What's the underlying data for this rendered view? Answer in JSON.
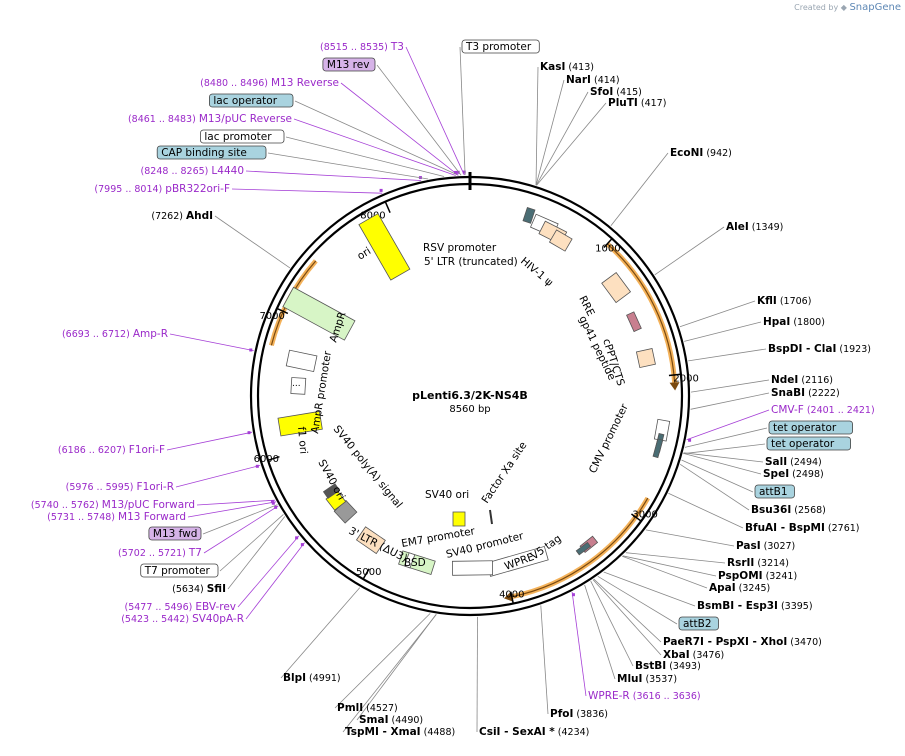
{
  "credit": {
    "prefix": "Created by",
    "brand": "SnapGene"
  },
  "plasmid": {
    "name": "pLenti6.3/2K-NS4B",
    "size": "8560 bp"
  },
  "ring_ticks": [
    {
      "label": "1000",
      "bp": 1000
    },
    {
      "label": "2000",
      "bp": 2000
    },
    {
      "label": "3000",
      "bp": 3000
    },
    {
      "label": "4000",
      "bp": 4000
    },
    {
      "label": "5000",
      "bp": 5000
    },
    {
      "label": "6000",
      "bp": 6000
    },
    {
      "label": "7000",
      "bp": 7000
    },
    {
      "label": "8000",
      "bp": 8000
    }
  ],
  "inner_features": [
    {
      "name": "RSV promoter"
    },
    {
      "name": "5' LTR (truncated)"
    },
    {
      "name": "HIV-1 ψ"
    },
    {
      "name": "RRE"
    },
    {
      "name": "gp41 peptide"
    },
    {
      "name": "cPPT/CTS"
    },
    {
      "name": "CMV promoter"
    },
    {
      "name": "V5 tag"
    },
    {
      "name": "WPRE"
    },
    {
      "name": "SV40 promoter"
    },
    {
      "name": "EM7 promoter"
    },
    {
      "name": "BSD"
    },
    {
      "name": "3' LTR (ΔU3)"
    },
    {
      "name": "SV40 ori"
    },
    {
      "name": "Factor Xa site"
    },
    {
      "name": "SV40 poly(A) signal"
    },
    {
      "name": "SV40 ori"
    },
    {
      "name": "f1 ori"
    },
    {
      "name": "AmpR promoter"
    },
    {
      "name": "AmpR"
    },
    {
      "name": "ori"
    }
  ],
  "ellipsis": "...",
  "annotations": [
    {
      "name": "KasI",
      "pos": "(413)"
    },
    {
      "name": "NarI",
      "pos": "(414)"
    },
    {
      "name": "SfoI",
      "pos": "(415)"
    },
    {
      "name": "PluTI",
      "pos": "(417)"
    },
    {
      "name": "EcoNI",
      "pos": "(942)"
    },
    {
      "name": "AleI",
      "pos": "(1349)"
    },
    {
      "name": "KflI",
      "pos": "(1706)"
    },
    {
      "name": "HpaI",
      "pos": "(1800)"
    },
    {
      "name": "BspDI - ClaI",
      "pos": "(1923)"
    },
    {
      "name": "NdeI",
      "pos": "(2116)"
    },
    {
      "name": "SnaBI",
      "pos": "(2222)"
    },
    {
      "name": "CMV-F",
      "pos": "(2401 .. 2421)"
    },
    {
      "name": "tet operator",
      "pos": ""
    },
    {
      "name": "tet operator",
      "pos": ""
    },
    {
      "name": "SalI",
      "pos": "(2494)"
    },
    {
      "name": "SpeI",
      "pos": "(2498)"
    },
    {
      "name": "attB1",
      "pos": ""
    },
    {
      "name": "Bsu36I",
      "pos": "(2568)"
    },
    {
      "name": "BfuAI - BspMI",
      "pos": "(2761)"
    },
    {
      "name": "PasI",
      "pos": "(3027)"
    },
    {
      "name": "RsrII",
      "pos": "(3214)"
    },
    {
      "name": "PspOMI",
      "pos": "(3241)"
    },
    {
      "name": "ApaI",
      "pos": "(3245)"
    },
    {
      "name": "BsmBI - Esp3I",
      "pos": "(3395)"
    },
    {
      "name": "attB2",
      "pos": ""
    },
    {
      "name": "PaeR7I - PspXI - XhoI",
      "pos": "(3470)"
    },
    {
      "name": "XbaI",
      "pos": "(3476)"
    },
    {
      "name": "BstBI",
      "pos": "(3493)"
    },
    {
      "name": "MluI",
      "pos": "(3537)"
    },
    {
      "name": "WPRE-R",
      "pos": "(3616 .. 3636)"
    },
    {
      "name": "PfoI",
      "pos": "(3836)"
    },
    {
      "name": "CsiI - SexAI *",
      "pos": "(4234)"
    },
    {
      "name": "PmlI",
      "pos": "(4527)"
    },
    {
      "name": "SmaI",
      "pos": "(4490)"
    },
    {
      "name": "TspMI - XmaI",
      "pos": "(4488)"
    },
    {
      "name": "BlpI",
      "pos": "(4991)"
    },
    {
      "name": "SV40pA-R",
      "pos": "(5423 .. 5442)"
    },
    {
      "name": "EBV-rev",
      "pos": "(5477 .. 5496)"
    },
    {
      "name": "SfiI",
      "pos": "(5634)"
    },
    {
      "name": "T7 promoter",
      "pos": ""
    },
    {
      "name": "T7",
      "pos": "(5702 .. 5721)"
    },
    {
      "name": "M13 fwd",
      "pos": ""
    },
    {
      "name": "M13 Forward",
      "pos": "(5731 .. 5748)"
    },
    {
      "name": "M13/pUC Forward",
      "pos": "(5740 .. 5762)"
    },
    {
      "name": "F1ori-R",
      "pos": "(5976 .. 5995)"
    },
    {
      "name": "F1ori-F",
      "pos": "(6186 .. 6207)"
    },
    {
      "name": "Amp-R",
      "pos": "(6693 .. 6712)"
    },
    {
      "name": "AhdI",
      "pos": "(7262)"
    },
    {
      "name": "pBR322ori-F",
      "pos": "(7995 .. 8014)"
    },
    {
      "name": "L4440",
      "pos": "(8248 .. 8265)"
    },
    {
      "name": "CAP binding site",
      "pos": ""
    },
    {
      "name": "lac promoter",
      "pos": ""
    },
    {
      "name": "M13/pUC Reverse",
      "pos": "(8461 .. 8483)"
    },
    {
      "name": "lac operator",
      "pos": ""
    },
    {
      "name": "M13 Reverse",
      "pos": "(8480 .. 8496)"
    },
    {
      "name": "M13 rev",
      "pos": ""
    },
    {
      "name": "T3",
      "pos": "(8515 .. 8535)"
    },
    {
      "name": "T3 promoter",
      "pos": ""
    }
  ]
}
